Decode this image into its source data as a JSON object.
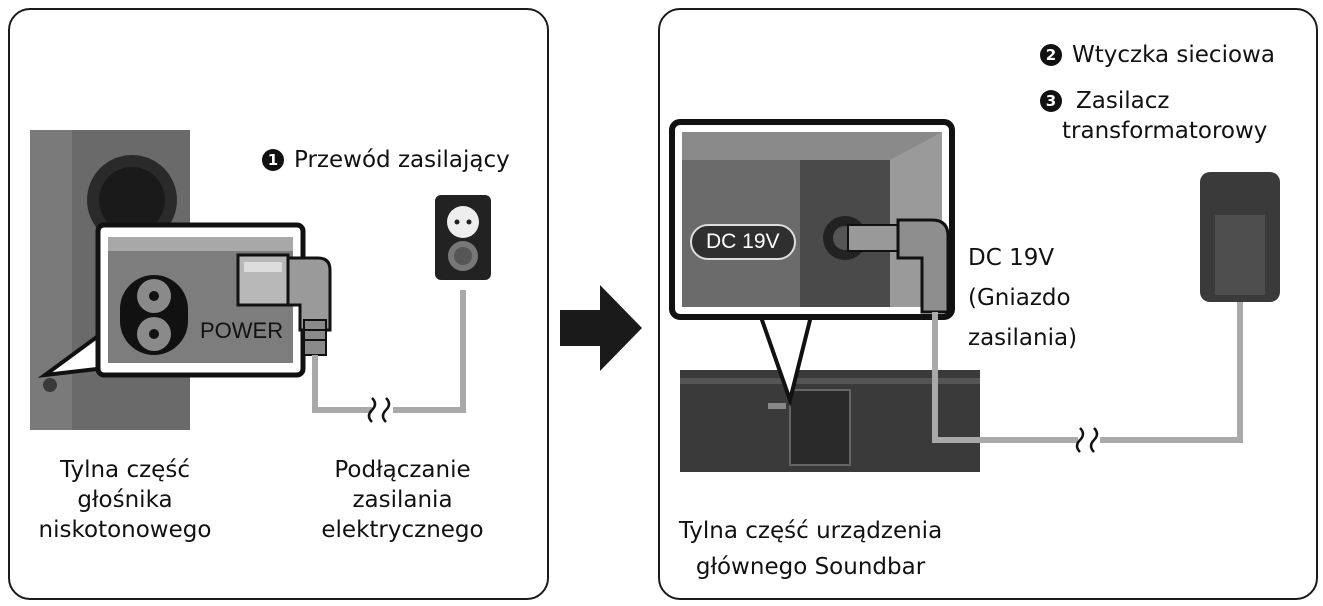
{
  "left_panel": {
    "port_label": "POWER",
    "callout_1": {
      "number": "1",
      "text": "Przewód zasilający"
    },
    "caption_speaker": [
      "Tylna część",
      "głośnika",
      "niskotonowego"
    ],
    "caption_power": [
      "Podłączanie",
      "zasilania",
      "elektrycznego"
    ]
  },
  "right_panel": {
    "badge": "DC 19V",
    "callout_2": {
      "number": "2",
      "text": "Wtyczka sieciowa"
    },
    "callout_3": {
      "number": "3",
      "text": "Zasilacz",
      "text2": "transformatorowy"
    },
    "dc_label": [
      "DC 19V",
      "(Gniazdo",
      "zasilania)"
    ],
    "caption_soundbar": [
      "Tylna część urządzenia",
      "głównego Soundbar"
    ]
  },
  "colors": {
    "dark": "#1b1b1b",
    "mid": "#6e6e6e",
    "light": "#bdbdbd",
    "cable": "#a9a9a9",
    "arrow": "#1a1a1a"
  }
}
